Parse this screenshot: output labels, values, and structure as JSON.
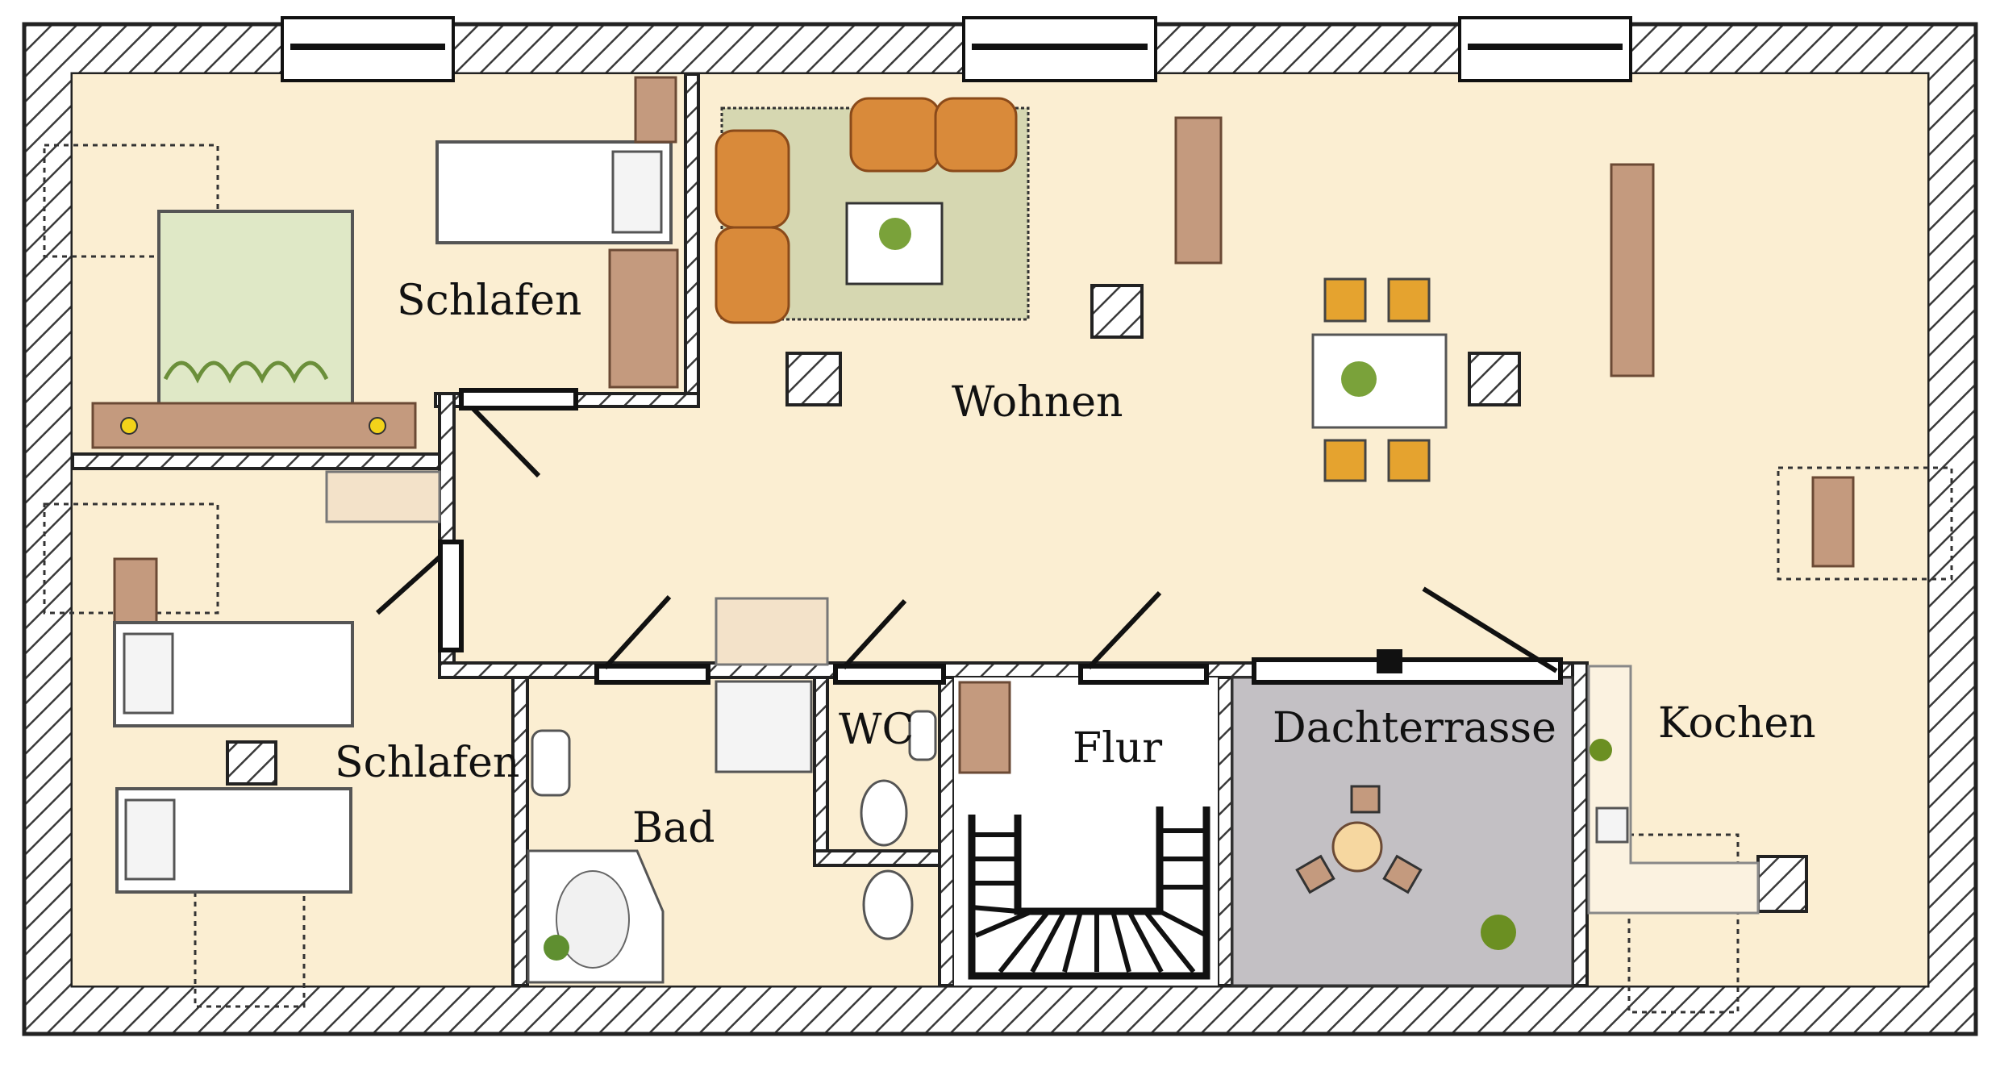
{
  "rooms": {
    "schlafen_top": "Schlafen",
    "wohnen": "Wohnen",
    "schlafen_bottom": "Schlafen",
    "bad": "Bad",
    "wc": "WC",
    "flur": "Flur",
    "dachterrasse": "Dachterrasse",
    "kochen": "Kochen"
  },
  "colors": {
    "floor": "#fbeed2",
    "wall_hatch": "#3a3a3a",
    "terrace": "#c3c0c4",
    "rug": "#d6d7b1",
    "sofa": "#d98a3a",
    "wood": "#c49a7e",
    "bed_green": "#dfe8c6"
  }
}
